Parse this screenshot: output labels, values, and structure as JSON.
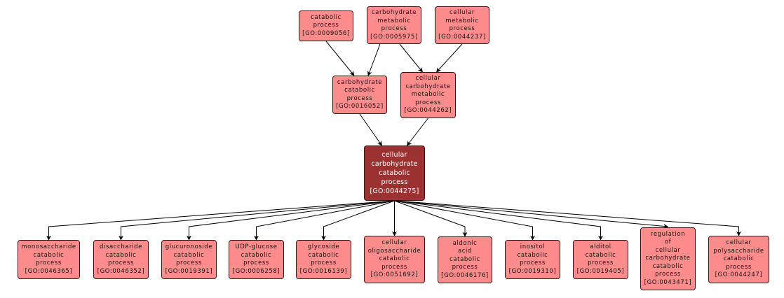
{
  "diagram": {
    "title": "GO term graph: cellular carbohydrate catabolic process",
    "colors": {
      "node_fill": "#ff8c8c",
      "focus_fill": "#9b3131",
      "edge": "#000000"
    },
    "nodes": [
      {
        "id": "GO:0009056",
        "label": "catabolic\nprocess\n[GO:0009056]",
        "level": "ancestor"
      },
      {
        "id": "GO:0005975",
        "label": "carbohydrate\nmetabolic\nprocess\n[GO:0005975]",
        "level": "ancestor"
      },
      {
        "id": "GO:0044237",
        "label": "cellular\nmetabolic\nprocess\n[GO:0044237]",
        "level": "ancestor"
      },
      {
        "id": "GO:0016052",
        "label": "carbohydrate\ncatabolic\nprocess\n[GO:0016052]",
        "level": "parent"
      },
      {
        "id": "GO:0044262",
        "label": "cellular\ncarbohydrate\nmetabolic\nprocess\n[GO:0044262]",
        "level": "parent"
      },
      {
        "id": "GO:0044275",
        "label": "cellular\ncarbohydrate\ncatabolic\nprocess\n[GO:0044275]",
        "level": "focus"
      },
      {
        "id": "GO:0046365",
        "label": "monosaccharide\ncatabolic\nprocess\n[GO:0046365]",
        "level": "child"
      },
      {
        "id": "GO:0046352",
        "label": "disaccharide\ncatabolic\nprocess\n[GO:0046352]",
        "level": "child"
      },
      {
        "id": "GO:0019391",
        "label": "glucuronoside\ncatabolic\nprocess\n[GO:0019391]",
        "level": "child"
      },
      {
        "id": "GO:0006258",
        "label": "UDP-glucose\ncatabolic\nprocess\n[GO:0006258]",
        "level": "child"
      },
      {
        "id": "GO:0016139",
        "label": "glycoside\ncatabolic\nprocess\n[GO:0016139]",
        "level": "child"
      },
      {
        "id": "GO:0051692",
        "label": "cellular\noligosaccharide\ncatabolic\nprocess\n[GO:0051692]",
        "level": "child"
      },
      {
        "id": "GO:0046176",
        "label": "aldonic\nacid\ncatabolic\nprocess\n[GO:0046176]",
        "level": "child"
      },
      {
        "id": "GO:0019310",
        "label": "inositol\ncatabolic\nprocess\n[GO:0019310]",
        "level": "child"
      },
      {
        "id": "GO:0019405",
        "label": "alditol\ncatabolic\nprocess\n[GO:0019405]",
        "level": "child"
      },
      {
        "id": "GO:0043471",
        "label": "regulation\nof\ncellular\ncarbohydrate\ncatabolic\nprocess\n[GO:0043471]",
        "level": "child"
      },
      {
        "id": "GO:0044247",
        "label": "cellular\npolysaccharide\ncatabolic\nprocess\n[GO:0044247]",
        "level": "child"
      }
    ],
    "edges": [
      {
        "from": "GO:0009056",
        "to": "GO:0016052"
      },
      {
        "from": "GO:0005975",
        "to": "GO:0016052"
      },
      {
        "from": "GO:0005975",
        "to": "GO:0044262"
      },
      {
        "from": "GO:0044237",
        "to": "GO:0044262"
      },
      {
        "from": "GO:0016052",
        "to": "GO:0044275"
      },
      {
        "from": "GO:0044262",
        "to": "GO:0044275"
      },
      {
        "from": "GO:0044275",
        "to": "GO:0046365"
      },
      {
        "from": "GO:0044275",
        "to": "GO:0046352"
      },
      {
        "from": "GO:0044275",
        "to": "GO:0019391"
      },
      {
        "from": "GO:0044275",
        "to": "GO:0006258"
      },
      {
        "from": "GO:0044275",
        "to": "GO:0016139"
      },
      {
        "from": "GO:0044275",
        "to": "GO:0051692"
      },
      {
        "from": "GO:0044275",
        "to": "GO:0046176"
      },
      {
        "from": "GO:0044275",
        "to": "GO:0019310"
      },
      {
        "from": "GO:0044275",
        "to": "GO:0019405"
      },
      {
        "from": "GO:0044275",
        "to": "GO:0043471"
      },
      {
        "from": "GO:0044275",
        "to": "GO:0044247"
      }
    ]
  }
}
